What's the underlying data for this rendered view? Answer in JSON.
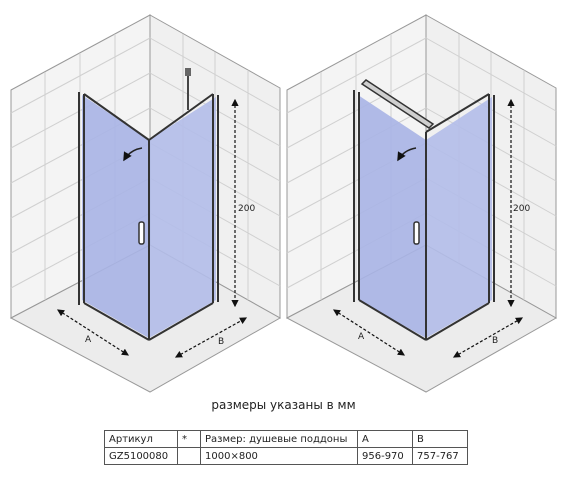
{
  "caption": "размеры указаны в мм",
  "left_view": {
    "label_a": "A",
    "label_b": "B",
    "label_height": "200"
  },
  "right_view": {
    "label_a": "A",
    "label_b": "B",
    "label_height": "200"
  },
  "table": {
    "headers": [
      "Артикул",
      "*",
      "Размер: душевые поддоны",
      "A",
      "B"
    ],
    "rows": [
      [
        "GZ5100080",
        "",
        "1000×800",
        "956-970",
        "757-767"
      ]
    ]
  },
  "colors": {
    "glass": "#a9b4e6",
    "wall": "#f4f4f4",
    "floor": "#ebebeb",
    "grid": "#cfcfcf",
    "frame": "#333333"
  }
}
